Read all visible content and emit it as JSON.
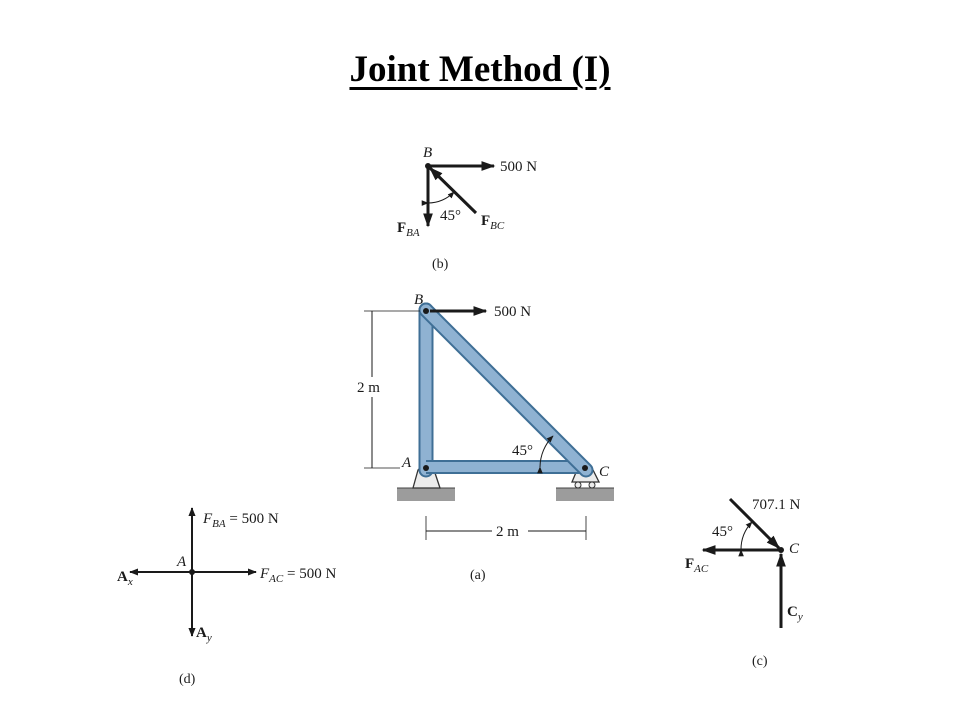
{
  "title": "Joint Method (I)",
  "colors": {
    "member": "#8fb2d2",
    "member_edge": "#3f6f96",
    "ground": "#9c9c9c",
    "ink": "#1a1a1a"
  },
  "figure_b": {
    "caption": "(b)",
    "joint": "B",
    "load": "500 N",
    "angle": "45°",
    "f_ba": {
      "main": "F",
      "sub": "BA"
    },
    "f_bc": {
      "main": "F",
      "sub": "BC"
    }
  },
  "figure_a": {
    "caption": "(a)",
    "joint_a": "A",
    "joint_b": "B",
    "joint_c": "C",
    "load": "500 N",
    "height": "2 m",
    "width": "2 m",
    "angle": "45°"
  },
  "figure_c": {
    "caption": "(c)",
    "joint": "C",
    "force": "707.1 N",
    "angle": "45°",
    "f_ac": {
      "main": "F",
      "sub": "AC"
    },
    "c_y": {
      "main": "C",
      "sub": "y"
    }
  },
  "figure_d": {
    "caption": "(d)",
    "joint": "A",
    "f_ba": {
      "main": "F",
      "sub": "BA",
      "value": " = 500 N"
    },
    "f_ac": {
      "main": "F",
      "sub": "AC",
      "value": " = 500 N"
    },
    "a_x": {
      "main": "A",
      "sub": "x"
    },
    "a_y": {
      "main": "A",
      "sub": "y"
    }
  }
}
